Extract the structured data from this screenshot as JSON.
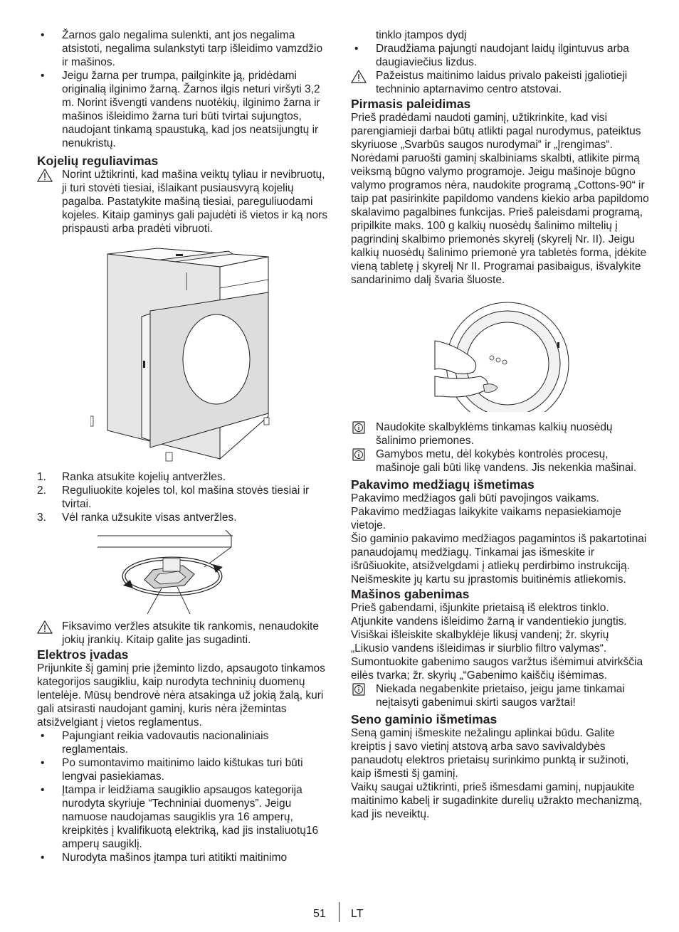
{
  "left": {
    "hose_bullets": [
      "Žarnos galo negalima sulenkti, ant jos negalima atsistoti, negalima sulankstyti tarp išleidimo vamzdžio ir mašinos.",
      "Jeigu žarna per trumpa, pailginkite ją, pridėdami originalią ilginimo žarną. Žarnos ilgis neturi viršyti 3,2 m. Norint išvengti vandens nuotėkių, ilginimo žarna ir mašinos išleidimo žarna turi būti tvirtai sujungtos, naudojant tinkamą spaustuką, kad jos neatsijungtų ir nenukristų."
    ],
    "feet_heading": "Kojelių reguliavimas",
    "feet_warning": "Norint užtikrinti, kad mašina veiktų tyliau ir nevibruotų, ji turi stovėti tiesiai, išlaikant pusiausvyrą kojelių pagalba.  Pastatykite mašiną tiesiai, pareguliuodami kojeles. Kitaip gaminys gali pajudėti iš vietos ir ką nors prispausti arba pradėti vibruoti.",
    "feet_steps": [
      {
        "n": "1.",
        "text": "Ranka atsukite kojelių antveržles."
      },
      {
        "n": "2.",
        "text": "Reguliuokite kojeles tol, kol mašina stovės tiesiai ir tvirtai."
      },
      {
        "n": "3.",
        "text": "Vėl ranka užsukite visas antveržles."
      }
    ],
    "locknut_warning": "Fiksavimo veržles atsukite tik rankomis, nenaudokite jokių įrankių. Kitaip galite jas sugadinti.",
    "power_heading": "Elektros įvadas",
    "power_text": "Prijunkite šį gaminį prie įžeminto lizdo, apsaugoto tinkamos kategorijos saugikliu, kaip nurodyta techninių duomenų lentelėje. Mūsų bendrovė nėra atsakinga už jokią žalą, kuri gali atsirasti naudojant gaminį, kuris nėra įžemintas atsižvelgiant į vietos reglamentus.",
    "power_bullets": [
      "Pajungiant reikia vadovautis nacionaliniais reglamentais.",
      "Po sumontavimo maitinimo laido kištukas turi būti lengvai pasiekiamas.",
      "Įtampa ir leidžiama saugiklio apsaugos kategorija nurodyta skyriuje “Techniniai duomenys”. Jeigu namuose naudojamas saugiklis yra 16 amperų, kreipkitės į kvalifikuotą elektriką, kad jis instaliuotų16 amperų saugiklį.",
      "Nurodyta mašinos įtampa turi atitikti maitinimo"
    ]
  },
  "right": {
    "cont_text": "tinklo įtampos dydį",
    "ext_bullet": "Draudžiama pajungti naudojant laidų ilgintuvus arba daugiaviečius lizdus.",
    "cable_warning": "Pažeistus maitinimo laidus privalo pakeisti įgaliotieji techninio aptarnavimo centro atstovai.",
    "first_heading": "Pirmasis paleidimas",
    "first_p1": "Prieš pradėdami naudoti gaminį, užtikrinkite, kad visi parengiamieji darbai būtų atlikti pagal nurodymus, pateiktus skyriuose „Svarbūs saugos nurodymai“ ir „Įrengimas“.",
    "first_p2": "Norėdami paruošti gaminį skalbiniams skalbti, atlikite pirmą veiksmą būgno valymo programoje. Jeigu mašinoje būgno valymo programos nėra, naudokite programą „Cottons-90“ ir taip pat pasirinkite papildomo vandens kiekio arba papildomo skalavimo pagalbines funkcijas. Prieš paleisdami programą, pripilkite maks. 100 g kalkių nuosėdų šalinimo miltelių į pagrindinį skalbimo priemonės skyrelį (skyrelį Nr. II). Jeigu kalkių nuosėdų šalinimo priemonė yra tabletės forma, įdėkite vieną tabletę į skyrelį Nr II. Programai pasibaigus, išvalykite sandarinimo dalį švaria šluoste.",
    "info1": "Naudokite skalbyklėms tinkamas kalkių nuosėdų šalinimo priemones.",
    "info2": "Gamybos metu, dėl kokybės kontrolės procesų, mašinoje gali būti likę vandens. Jis nekenkia mašinai.",
    "pack_heading": "Pakavimo medžiagų išmetimas",
    "pack_p1": "Pakavimo medžiagos gali būti pavojingos vaikams. Pakavimo medžiagas laikykite vaikams nepasiekiamoje vietoje.",
    "pack_p2": "Šio gaminio pakavimo medžiagos pagamintos iš pakartotinai panaudojamų medžiagų. Tinkamai jas išmeskite ir išrūšiuokite, atsižvelgdami į atliekų perdirbimo instrukciją. Neišmeskite jų kartu su įprastomis buitinėmis atliekomis.",
    "transport_heading": "Mašinos gabenimas",
    "transport_p": "Prieš gabendami, išjunkite prietaisą iš elektros tinklo. Atjunkite vandens išleidimo žarną ir vandentiekio jungtis. Visiškai išleiskite skalbyklėje likusį vandenį; žr. skyrių „Likusio vandens išleidimas ir siurblio filtro valymas“. Sumontuokite gabenimo saugos varžtus išėmimui atvirkščia eilės tvarka; žr. skyrių „“Gabenimo kaiščių išėmimas.",
    "transport_info": "Niekada negabenkite prietaiso, jeigu jame tinkamai neįtaisyti gabenimui skirti saugos varžtai!",
    "old_heading": "Seno gaminio išmetimas",
    "old_p1": "Seną gaminį išmeskite nežalingu aplinkai būdu. Galite kreiptis į savo vietinį atstovą arba savo savivaldybės panaudotų elektros prietaisų surinkimo punktą ir sužinoti, kaip išmesti šį gaminį.",
    "old_p2": "Vaikų saugai užtikrinti, prieš išmesdami gaminį, nupjaukite maitinimo kabelį ir sugadinkite durelių užrakto mechanizmą, kad jis neveiktų."
  },
  "footer": {
    "page_number": "51",
    "language": "LT"
  }
}
